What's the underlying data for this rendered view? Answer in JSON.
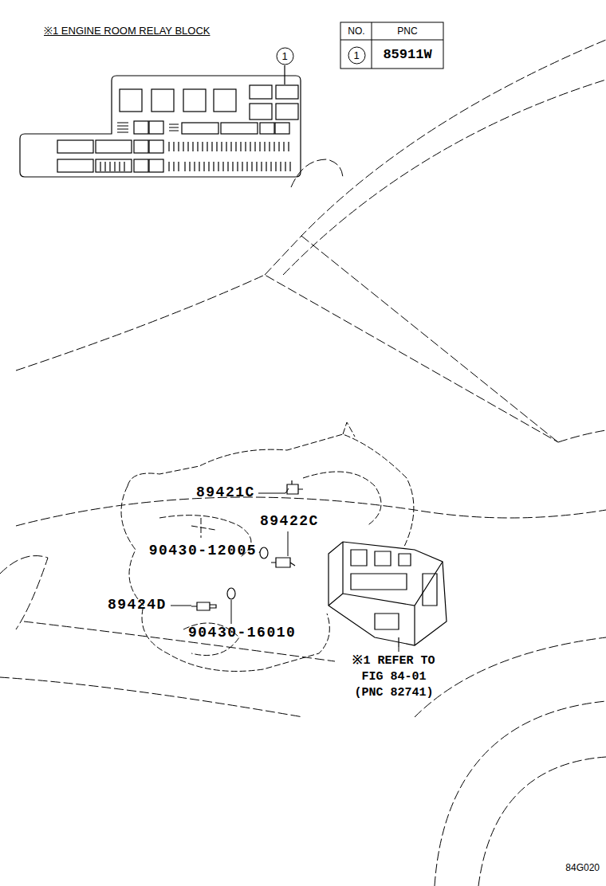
{
  "diagram": {
    "nodes": [
      {
        "text": [
          "1"
        ]
      },
      {
        "text": [
          "1"
        ]
      }
    ],
    "labels": [
      "※1 ENGINE ROOM RELAY BLOCK",
      "NO.",
      "PNC",
      "85911W",
      "89421C",
      "89422C",
      "90430-12005",
      "89424D",
      "90430-16010",
      "※1 REFER TO FIG 84-01 (PNC 82741)",
      "84G020"
    ]
  }
}
